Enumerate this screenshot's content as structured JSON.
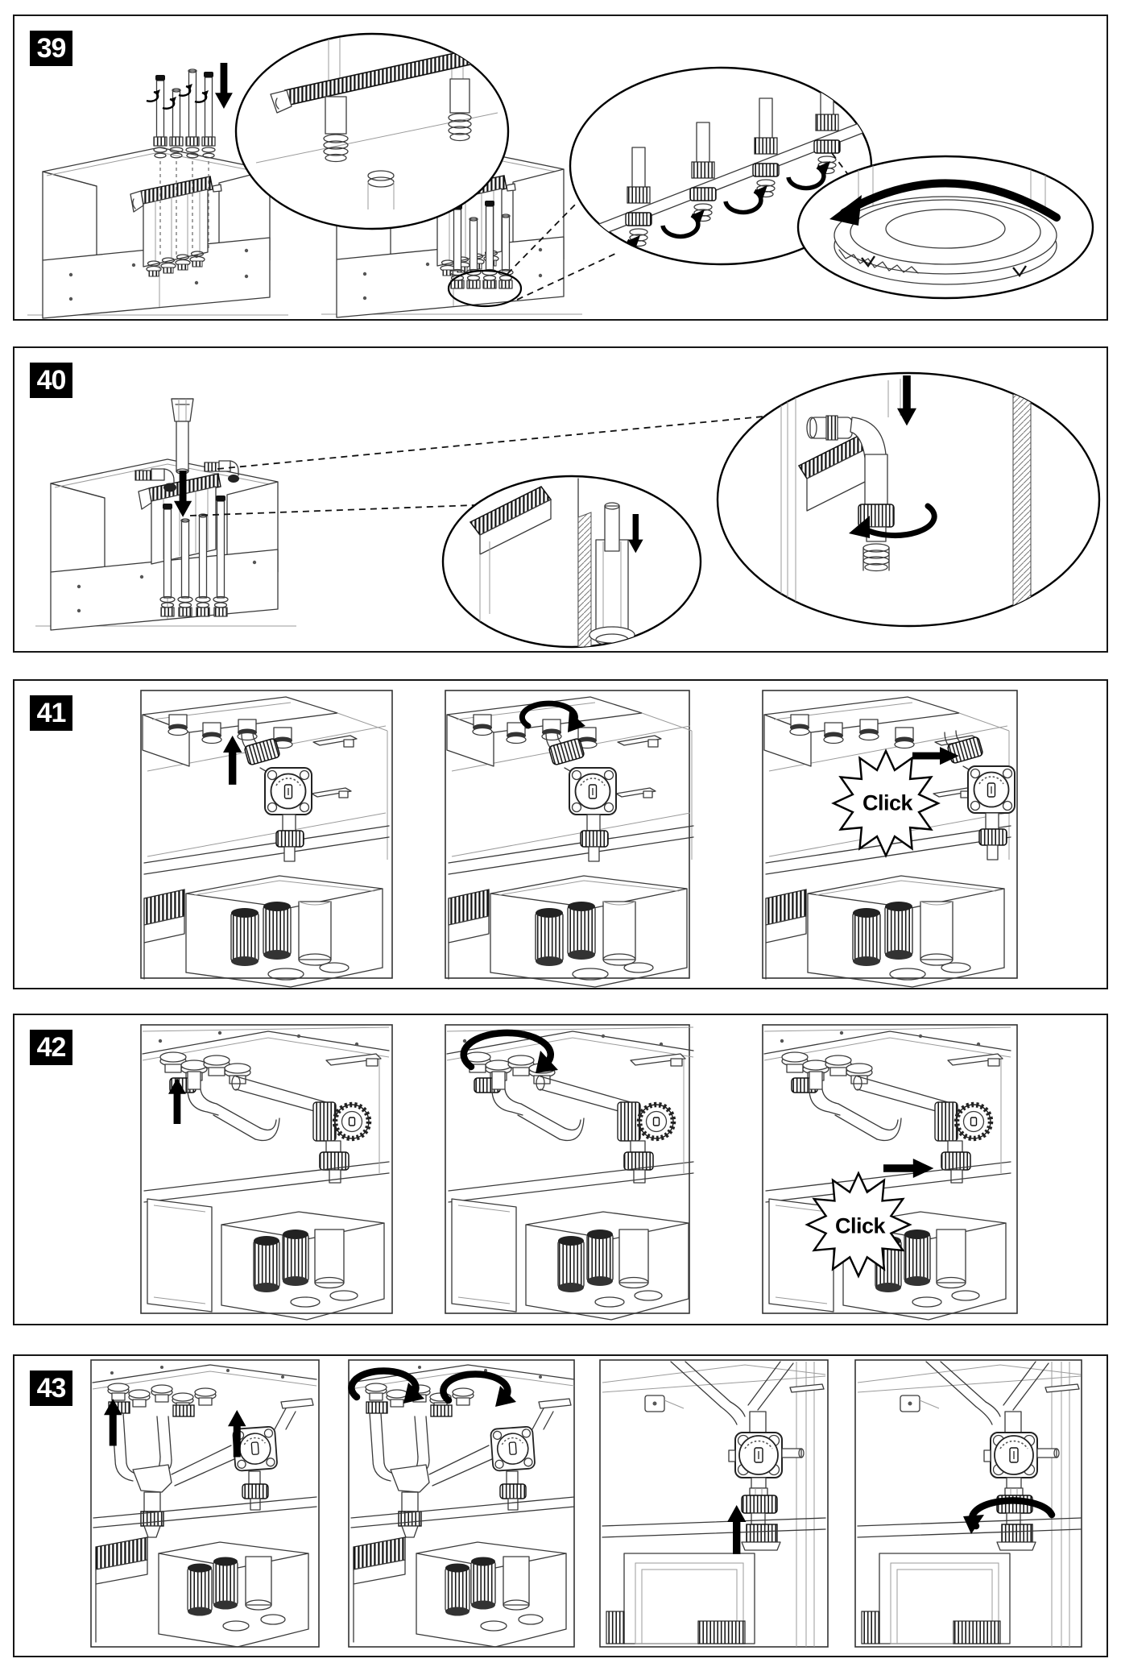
{
  "document": {
    "kind": "appliance-assembly-instructions",
    "page_background": "#ffffff",
    "panel_border_color": "#161616",
    "line_color": "#3a3a3a",
    "ink_color": "#000000"
  },
  "labels": {
    "click": "Click"
  },
  "steps": [
    {
      "number": "39",
      "frames": 0,
      "callouts": [
        "manifold-top-detail",
        "union-nut-tightening-detail",
        "locking-ring-detail"
      ],
      "icons": [
        "down-arrow-icon",
        "rotate-tube-icon",
        "rotate-cw-icon",
        "rotate-ring-icon"
      ]
    },
    {
      "number": "40",
      "frames": 0,
      "callouts": [
        "tube-insertion-detail",
        "elbow-union-detail"
      ],
      "icons": [
        "down-arrow-icon",
        "down-arrow-icon",
        "rotate-nut-icon"
      ]
    },
    {
      "number": "41",
      "frames": 3,
      "click": "Click",
      "icons": [
        "up-arrow-icon",
        "rotate-cw-icon",
        "right-arrow-icon"
      ]
    },
    {
      "number": "42",
      "frames": 3,
      "click": "Click",
      "icons": [
        "up-arrow-icon",
        "rotate-cw-icon",
        "right-arrow-icon"
      ]
    },
    {
      "number": "43",
      "frames": 4,
      "icons": [
        "up-arrow-icon",
        "up-arrow-icon",
        "rotate-cw-icon",
        "rotate-cw-icon",
        "up-arrow-icon",
        "rotate-cw-icon"
      ]
    }
  ]
}
